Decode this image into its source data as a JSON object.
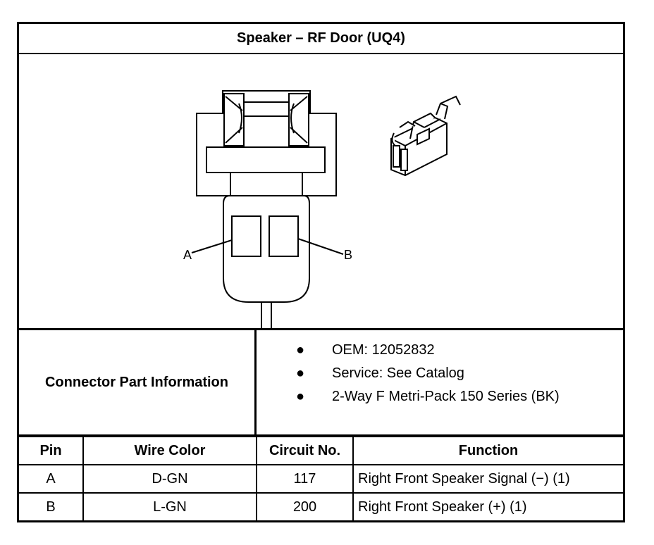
{
  "header": {
    "title": "Speaker – RF Door (UQ4)"
  },
  "figure": {
    "pin_labels": [
      "A",
      "B"
    ]
  },
  "connector_info": {
    "label": "Connector Part Information",
    "items": [
      "OEM: 12052832",
      "Service: See Catalog",
      "2-Way F Metri-Pack 150 Series (BK)"
    ]
  },
  "pin_table": {
    "headers": [
      "Pin",
      "Wire Color",
      "Circuit No.",
      "Function"
    ],
    "rows": [
      {
        "pin": "A",
        "wire_color": "D-GN",
        "circuit": "117",
        "function": "Right Front Speaker Signal (−) (1)"
      },
      {
        "pin": "B",
        "wire_color": "L-GN",
        "circuit": "200",
        "function": "Right Front Speaker (+) (1)"
      }
    ]
  }
}
